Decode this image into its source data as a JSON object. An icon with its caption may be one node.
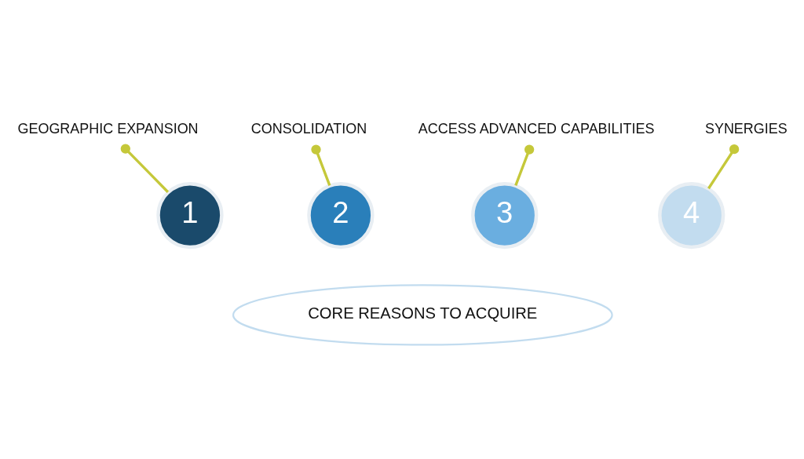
{
  "diagram": {
    "nodes": [
      {
        "text": [
          "GEOGRAPHIC EXPANSION"
        ]
      },
      {
        "text": [
          "1"
        ]
      },
      {
        "text": [
          "CONSOLIDATION"
        ]
      },
      {
        "text": [
          "2"
        ]
      },
      {
        "text": [
          "ACCESS ADVANCED CAPABILITIES"
        ]
      },
      {
        "text": [
          "3"
        ]
      },
      {
        "text": [
          "SYNERGIES"
        ]
      },
      {
        "text": [
          "4"
        ]
      },
      {
        "text": [
          "CORE REASONS TO ACQUIRE"
        ]
      }
    ],
    "edges": [
      {
        "from": 0,
        "to": 1,
        "arrow": "other"
      },
      {
        "from": 2,
        "to": 3,
        "arrow": "other"
      },
      {
        "from": 4,
        "to": 5,
        "arrow": "other"
      },
      {
        "from": 6,
        "to": 7,
        "arrow": "other"
      }
    ]
  }
}
